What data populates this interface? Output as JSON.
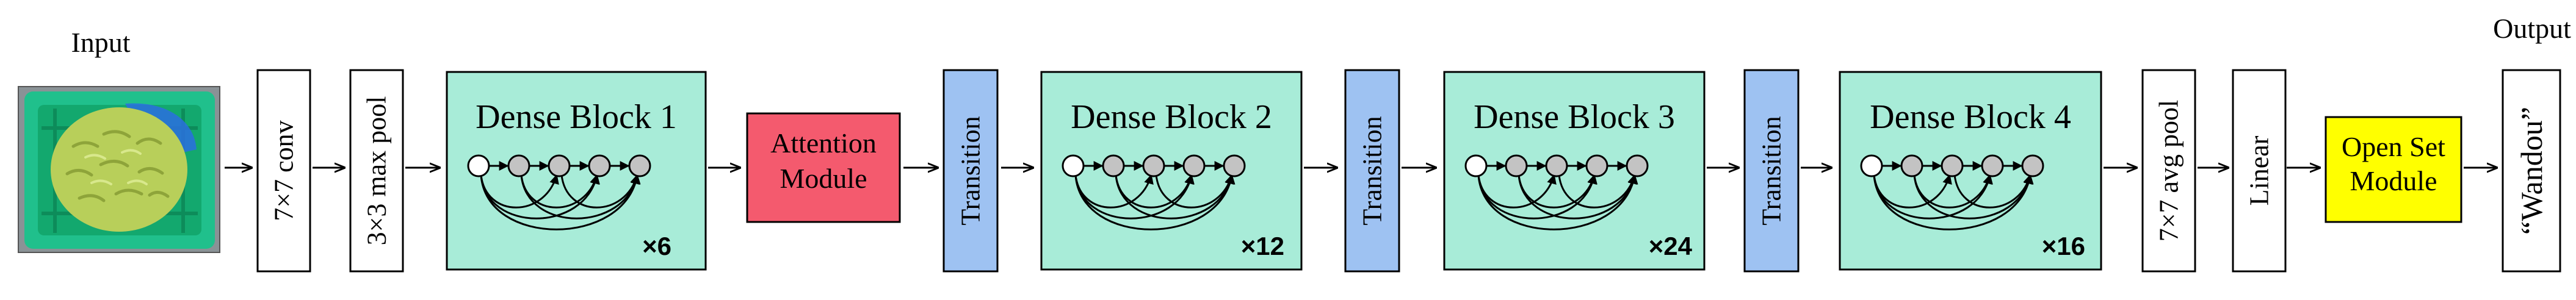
{
  "labels": {
    "input": "Input",
    "output": "Output",
    "conv": "7×7 conv",
    "max_pool": "3×3 max pool",
    "dense_block_1": "Dense Block 1",
    "attention_line1": "Attention",
    "attention_line2": "Module",
    "transition_1": "Transition",
    "dense_block_2": "Dense Block 2",
    "transition_2": "Transition",
    "dense_block_3": "Dense Block 3",
    "transition_3": "Transition",
    "dense_block_4": "Dense Block 4",
    "avg_pool": "7×7 avg pool",
    "linear": "Linear",
    "open_set_line1": "Open Set",
    "open_set_line2": "Module",
    "result": "“Wandou”"
  },
  "multipliers": {
    "dense_block_1": "×6",
    "dense_block_2": "×12",
    "dense_block_3": "×24",
    "dense_block_4": "×16"
  },
  "colors": {
    "dense_block_fill": "#a8ecd8",
    "attention_fill": "#f45a6e",
    "transition_fill": "#9ec2f2",
    "open_set_fill": "#ffff00",
    "plain_box_fill": "#ffffff",
    "node_first_fill": "#ffffff",
    "node_fill": "#c3c3c3",
    "stroke": "#000000"
  },
  "input_image": {
    "icon": "green-basket-of-edamame-photo"
  }
}
